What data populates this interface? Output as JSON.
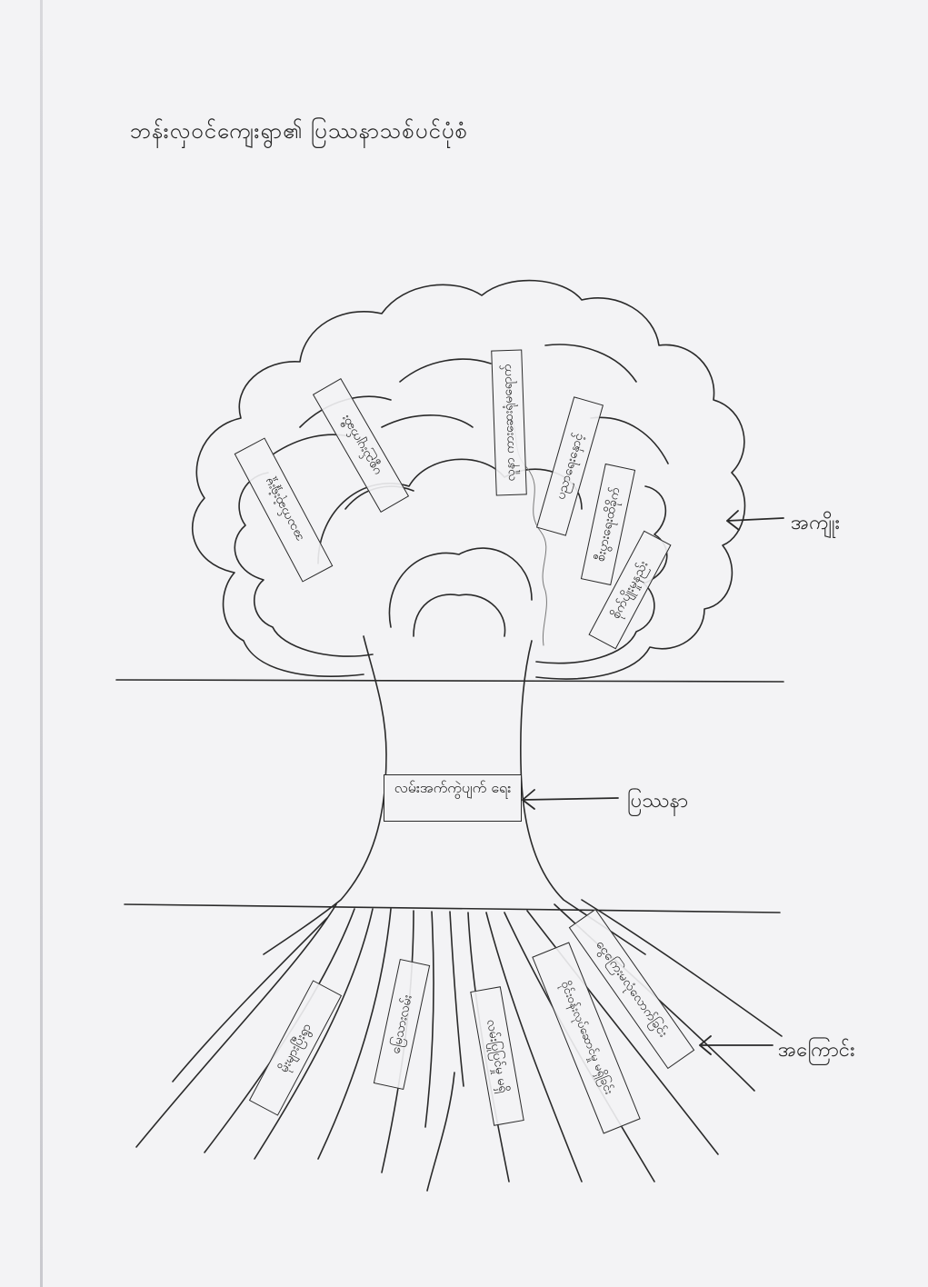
{
  "title": "ဘန်းလှဝင်ကျေးရွာ၏ ပြဿနာသစ်ပင်ပုံစံ",
  "labels": {
    "branches": "အကျိုး",
    "trunk": "ပြဿနာ",
    "roots": "အကြောင်း"
  },
  "problem": "လမ်းအက်ကွဲပျက် ရေး",
  "effects": [
    "အသက်ဆုံးရှုံးမှု",
    "ပစ္စည်းပျက်ဆီး",
    "လူနာ ကားဆေးရုံမရောက်",
    "ပညာရေးနှောင့်",
    "စီးပွားရေးထိခိုက်",
    "စိုက်ပျိုးမှုနည်း"
  ],
  "causes": [
    "မိုးများပြီးရွာ",
    "မြေသားလမ်း",
    "လမ်းပြုပြင်မှု မရှိ",
    "ဝိုင်းဝန်းလုပ်ဆောင်မှု မရှိခြင်း",
    "ငွေကြေးမလုံလောက်ခြင်း"
  ]
}
